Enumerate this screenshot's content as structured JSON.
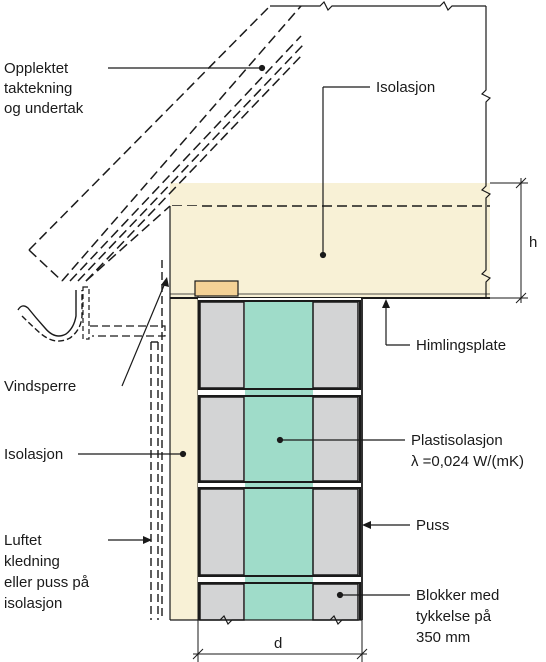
{
  "labels": {
    "roof": [
      "Opplektet",
      "taktekning",
      "og undertak"
    ],
    "insulation_top": "Isolasjon",
    "ceiling_board": "Himlingsplate",
    "wind_barrier": "Vindsperre",
    "insulation_side": "Isolasjon",
    "plastic_insulation": [
      "Plastisolasjon",
      "λ =0,024 W/(mK)"
    ],
    "render": "Puss",
    "cladding": [
      "Luftet",
      "kledning",
      "eller puss på",
      "isolasjon"
    ],
    "blocks": [
      "Blokker med",
      "tykkelse på",
      "350 mm"
    ],
    "dim_h": "h",
    "dim_d": "d"
  },
  "colors": {
    "insulation": "#f8f1d6",
    "plate": "#f4d296",
    "block_grey": "#d3d4d5",
    "block_green": "#9fdcc9",
    "line": "#1a1a1a"
  }
}
